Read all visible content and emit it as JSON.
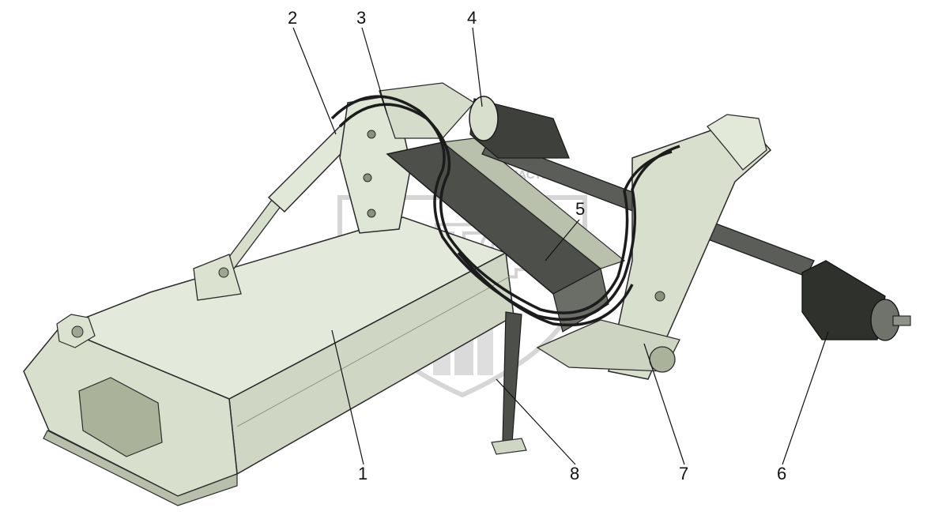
{
  "diagram": {
    "callouts": [
      {
        "id": "1",
        "label": "1"
      },
      {
        "id": "2",
        "label": "2"
      },
      {
        "id": "3",
        "label": "3"
      },
      {
        "id": "4",
        "label": "4"
      },
      {
        "id": "5",
        "label": "5"
      },
      {
        "id": "6",
        "label": "6"
      },
      {
        "id": "7",
        "label": "7"
      },
      {
        "id": "8",
        "label": "8"
      }
    ]
  },
  "watermark": {
    "text": "ЗАПЧАСТИ",
    "monogram": "ЭТФ"
  },
  "colors": {
    "body_light": "#e4eadb",
    "body_mid": "#cfd7c4",
    "body_dark": "#9ea691",
    "shaft": "#5b5e58",
    "shaft_dark": "#2f312d",
    "outline": "#2a2a2a"
  }
}
